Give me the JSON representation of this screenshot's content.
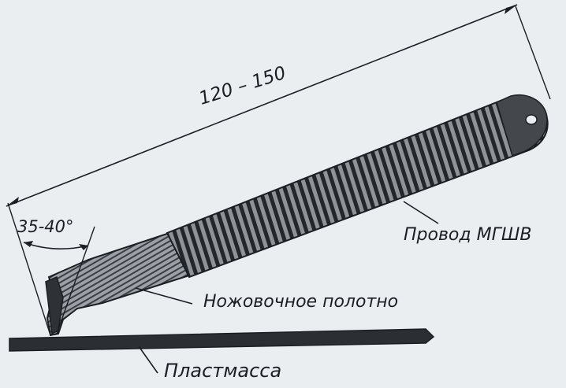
{
  "labels": {
    "length_dimension": "120 – 150",
    "angle": "35-40°",
    "wire": "Провод МГШВ",
    "hacksaw_blade": "Ножовочное полотно",
    "plastic": "Пластмасса"
  },
  "colors": {
    "ink": "#1b1e22",
    "paper": "#eaeef1",
    "handle_dark": "#2a2d31",
    "handle_light": "#8b9096"
  }
}
